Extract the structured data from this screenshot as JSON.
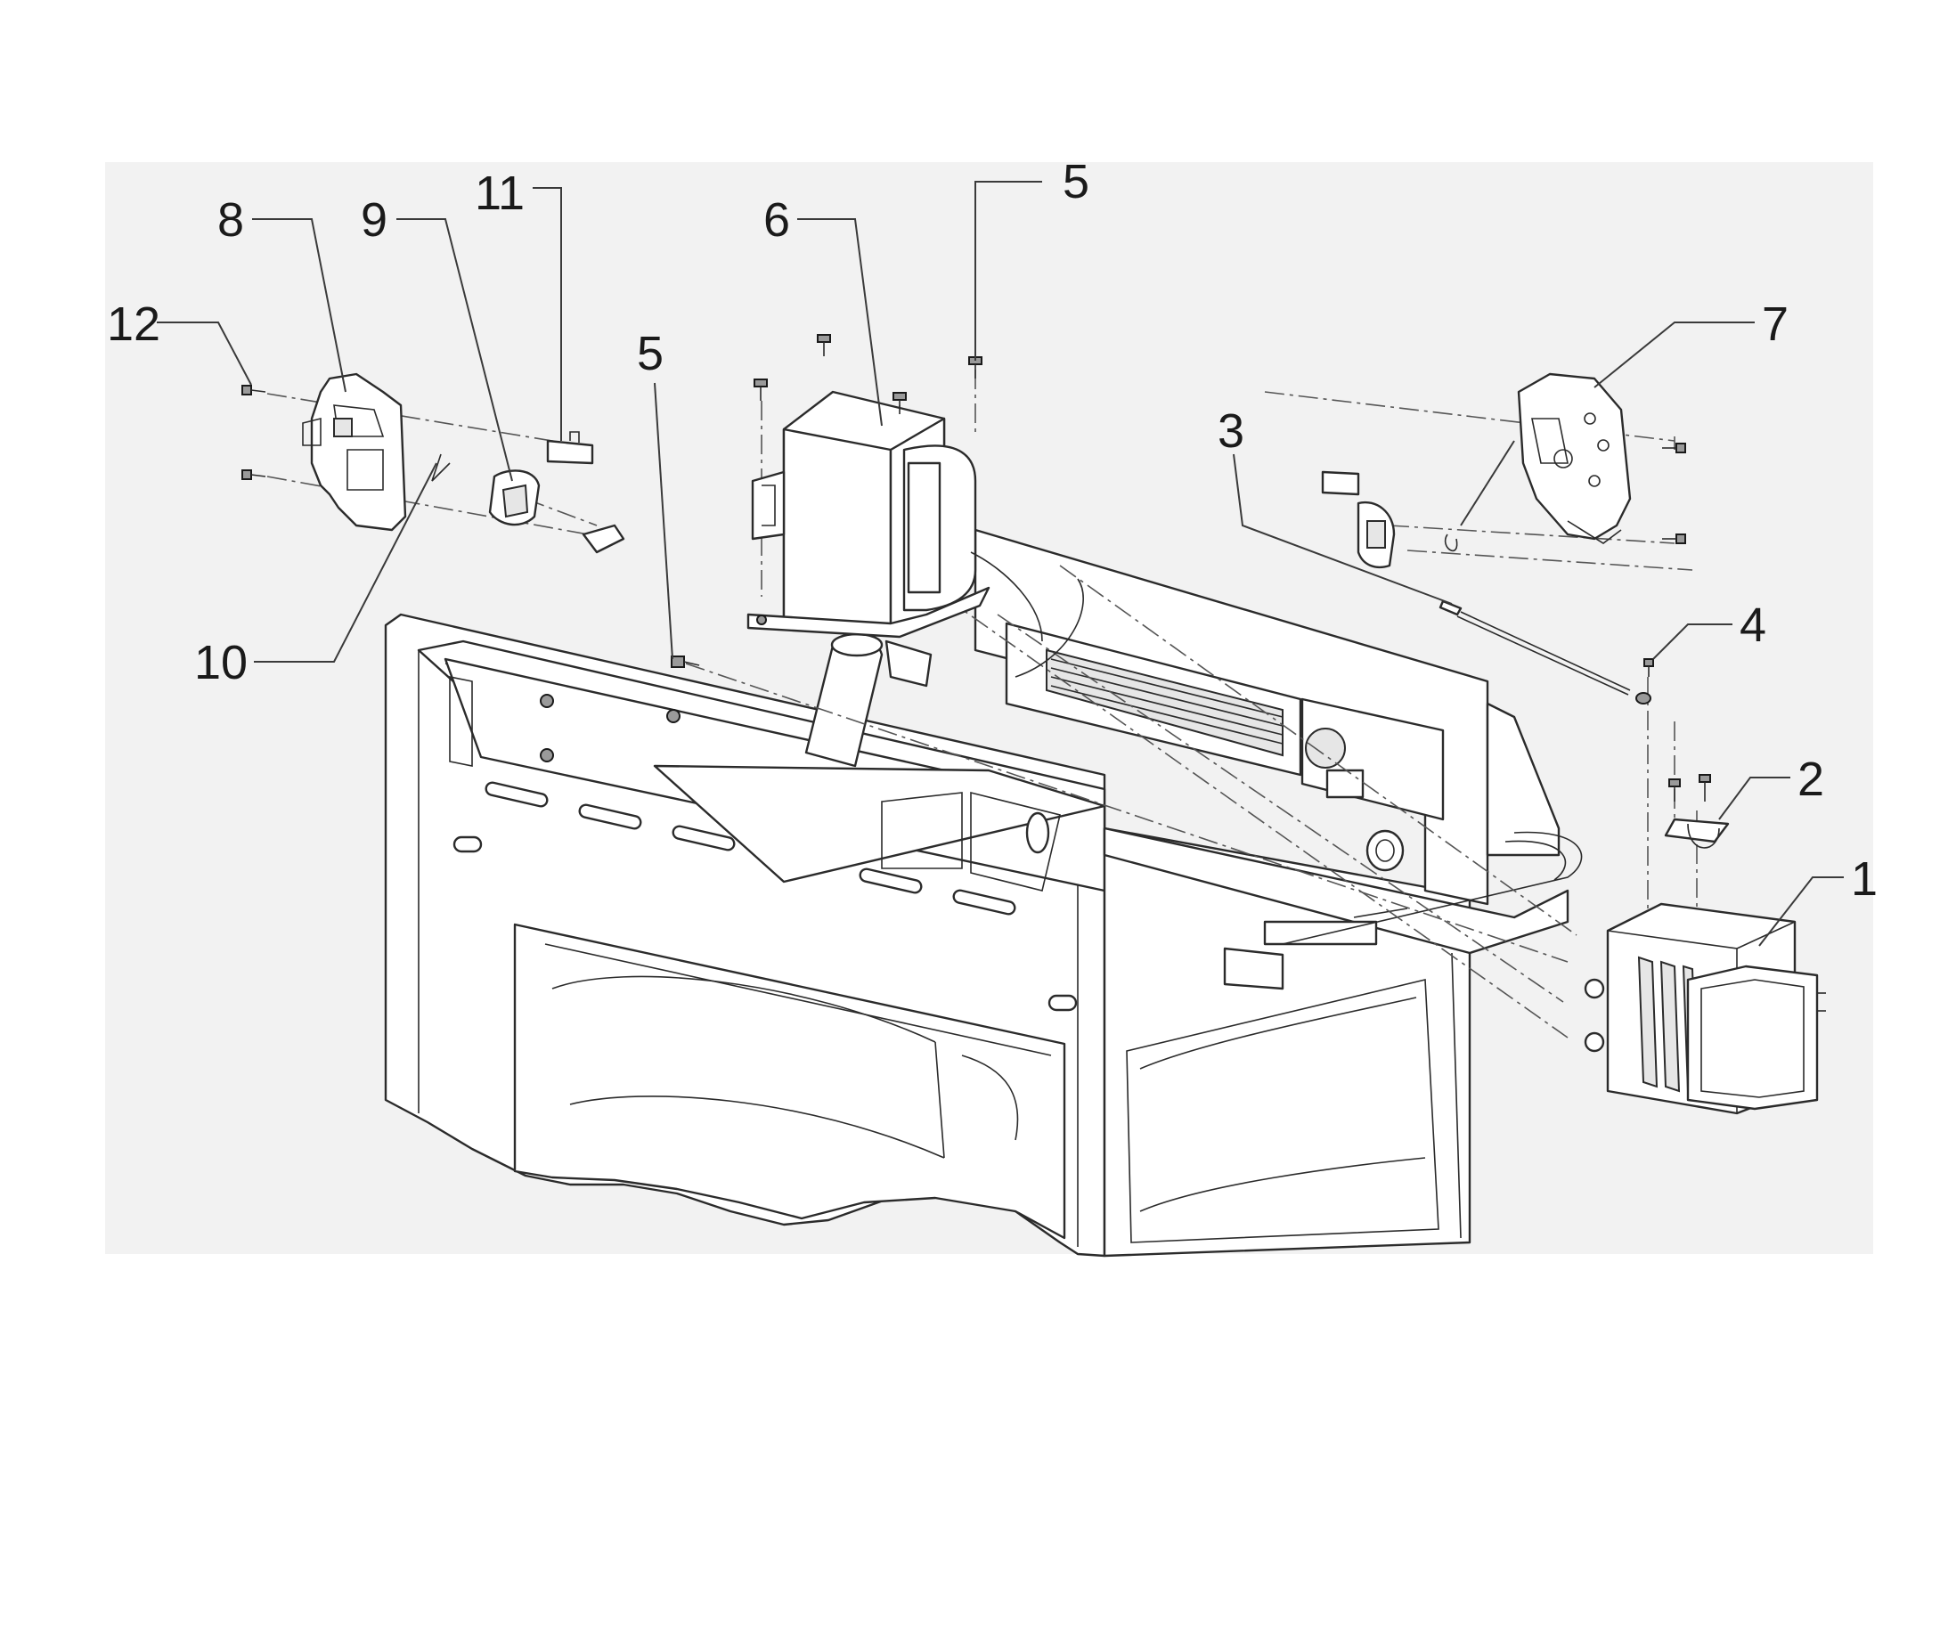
{
  "diagram": {
    "callouts": [
      {
        "id": "1",
        "label": "1"
      },
      {
        "id": "2",
        "label": "2"
      },
      {
        "id": "3",
        "label": "3"
      },
      {
        "id": "4",
        "label": "4"
      },
      {
        "id": "5a",
        "label": "5"
      },
      {
        "id": "5b",
        "label": "5"
      },
      {
        "id": "6",
        "label": "6"
      },
      {
        "id": "7",
        "label": "7"
      },
      {
        "id": "8",
        "label": "8"
      },
      {
        "id": "9",
        "label": "9"
      },
      {
        "id": "10",
        "label": "10"
      },
      {
        "id": "11",
        "label": "11"
      },
      {
        "id": "12",
        "label": "12"
      }
    ],
    "background_color": "#f2f2f2",
    "line_color": "#2b2b2b"
  }
}
